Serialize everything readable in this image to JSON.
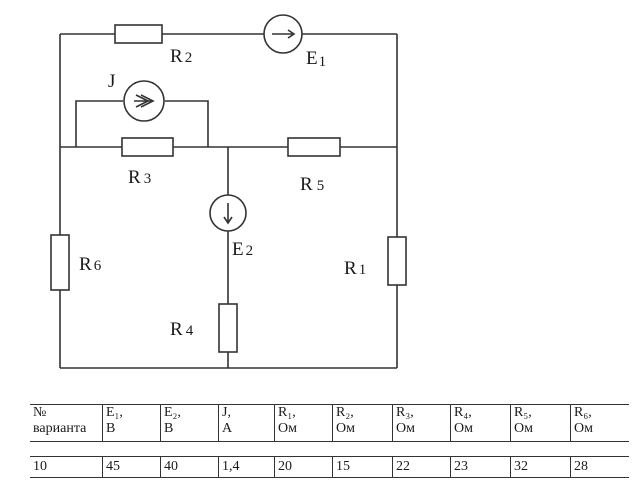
{
  "circuit": {
    "labels": {
      "R2": {
        "main": "R",
        "sub": "2"
      },
      "E1": {
        "main": "E",
        "sub": "1"
      },
      "J": {
        "main": "J",
        "sub": ""
      },
      "R3": {
        "main": "R",
        "sub": "3"
      },
      "R5": {
        "main": "R",
        "sub": "5"
      },
      "E2": {
        "main": "E",
        "sub": "2"
      },
      "R6": {
        "main": "R",
        "sub": "6"
      },
      "R1": {
        "main": "R",
        "sub": "1"
      },
      "R4": {
        "main": "R",
        "sub": "4"
      }
    }
  },
  "table": {
    "headers": [
      {
        "l1": "№",
        "l2": "варианта"
      },
      {
        "l1": "E₁,",
        "l2": "B"
      },
      {
        "l1": "E₂,",
        "l2": "B"
      },
      {
        "l1": "J,",
        "l2": "A"
      },
      {
        "l1": "R₁,",
        "l2": "Ом"
      },
      {
        "l1": "R₂,",
        "l2": "Ом"
      },
      {
        "l1": "R₃,",
        "l2": "Ом"
      },
      {
        "l1": "R₄,",
        "l2": "Ом"
      },
      {
        "l1": "R₅,",
        "l2": "Ом"
      },
      {
        "l1": "R₆,",
        "l2": "Ом"
      }
    ],
    "values": [
      "10",
      "45",
      "40",
      "1,4",
      "20",
      "15",
      "22",
      "23",
      "32",
      "28"
    ]
  }
}
